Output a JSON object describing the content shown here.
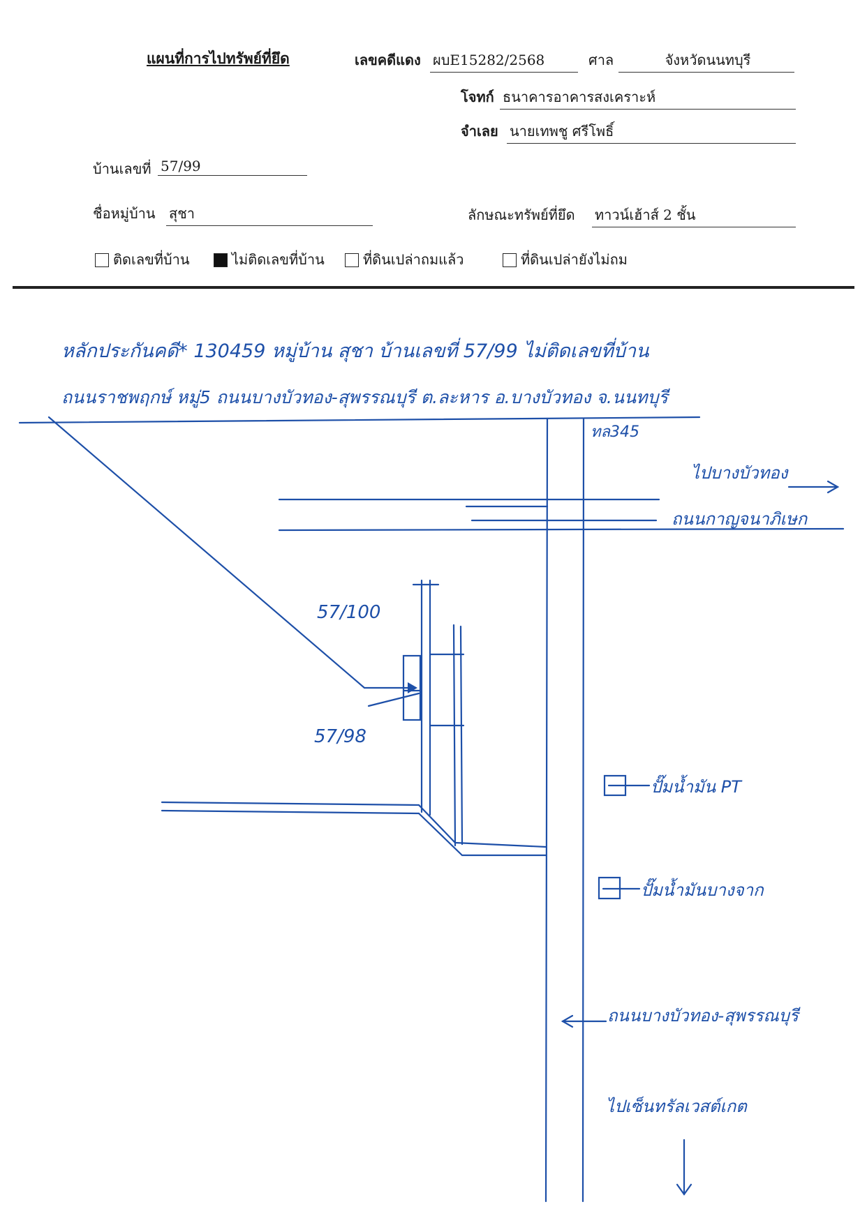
{
  "header": {
    "title": "แผนที่การไปทรัพย์ที่ยึด",
    "case_label": "เลขคดีแดง",
    "case_value": "ผบE15282/2568",
    "court_label": "ศาล",
    "court_value": "จังหวัดนนทบุรี",
    "plaintiff_label": "โจทก์",
    "plaintiff_value": "ธนาคารอาคารสงเคราะห์",
    "defendant_label": "จำเลย",
    "defendant_value": "นายเทพชู ศรีโพธิ์"
  },
  "property": {
    "house_no_label": "บ้านเลขที่",
    "house_no_value": "57/99",
    "village_label": "ชื่อหมู่บ้าน",
    "village_value": "สุชา",
    "type_label": "ลักษณะทรัพย์ที่ยึด",
    "type_value": "ทาวน์เฮ้าส์ 2 ชั้น"
  },
  "options": [
    {
      "label": "ติดเลขที่บ้าน",
      "checked": false
    },
    {
      "label": "ไม่ติดเลขที่บ้าน",
      "checked": true
    },
    {
      "label": "ที่ดินเปล่าถมแล้ว",
      "checked": false
    },
    {
      "label": "ที่ดินเปล่ายังไม่ถม",
      "checked": false
    }
  ],
  "map": {
    "note_line1": "หลักประกันคดี* 130459 หมู่บ้าน สุชา บ้านเลขที่ 57/99 ไม่ติดเลขที่บ้าน",
    "note_line2": "ถนนราชพฤกษ์ หมู่5 ถนนบางบัวทอง-สุพรรณบุรี ต.ละหาร อ.บางบัวทอง จ.นนทบุรี",
    "road_345": "ทล345",
    "to_bangbuathong": "ไปบางบัวทอง",
    "road_kanchana": "ถนนกาญจนาภิเษก",
    "plot_100": "57/100",
    "plot_98": "57/98",
    "gas_station": "ปั๊มน้ำมัน PT",
    "gas_station_2": "ปั๊มน้ำมันบางจาก",
    "road_bangbuathong_suphan": "ถนนบางบัวทอง-สุพรรณบุรี",
    "to_central": "ไปเซ็นทรัลเวสต์เกต"
  }
}
